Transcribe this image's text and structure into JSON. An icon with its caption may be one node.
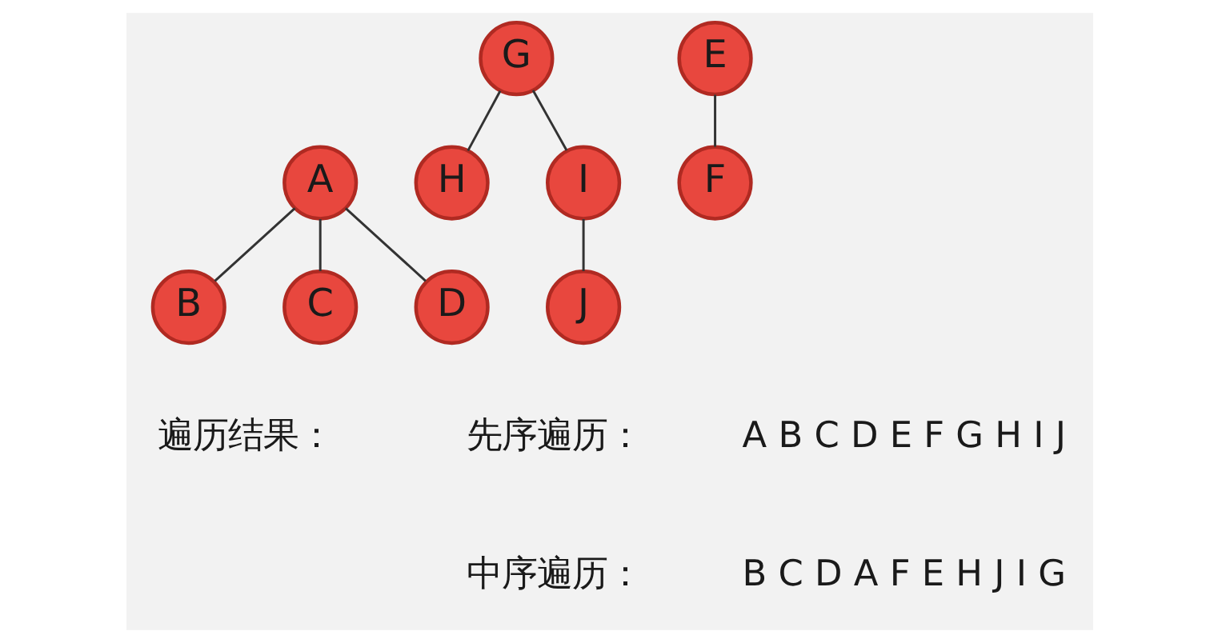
{
  "diagram": {
    "nodes": [
      {
        "text": [
          "A"
        ]
      },
      {
        "text": [
          "B"
        ]
      },
      {
        "text": [
          "C"
        ]
      },
      {
        "text": [
          "D"
        ]
      },
      {
        "text": [
          "E"
        ]
      },
      {
        "text": [
          "F"
        ]
      },
      {
        "text": [
          "G"
        ]
      },
      {
        "text": [
          "H"
        ]
      },
      {
        "text": [
          "I"
        ]
      },
      {
        "text": [
          "J"
        ]
      }
    ],
    "edges": [
      {
        "from": 0,
        "to": 1,
        "arrow": "none"
      },
      {
        "from": 0,
        "to": 2,
        "arrow": "none"
      },
      {
        "from": 0,
        "to": 3,
        "arrow": "none"
      },
      {
        "from": 4,
        "to": 5,
        "arrow": "none"
      },
      {
        "from": 6,
        "to": 7,
        "arrow": "none"
      },
      {
        "from": 6,
        "to": 8,
        "arrow": "none"
      },
      {
        "from": 8,
        "to": 9,
        "arrow": "none"
      }
    ],
    "labels": [
      "遍历结果：",
      "先序遍历：",
      "A B C D E F G H I J",
      "中序遍历：",
      "B C D A F E H J I G"
    ]
  }
}
